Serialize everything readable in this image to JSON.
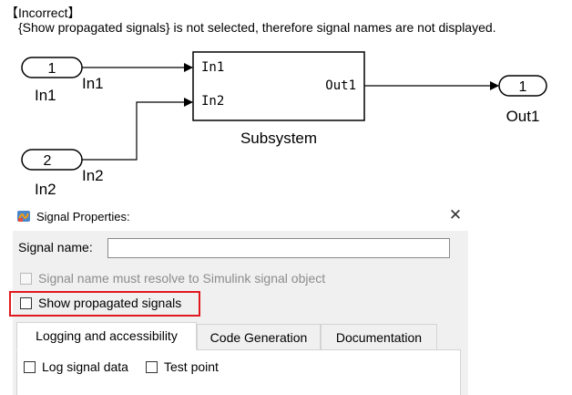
{
  "caption": {
    "title": "【Incorrect】",
    "description": "{Show propagated signals} is not selected, therefore signal names are not displayed."
  },
  "diagram": {
    "inport1": {
      "number": "1",
      "label": "In1"
    },
    "inport2": {
      "number": "2",
      "label": "In2"
    },
    "signal1_label": "In1",
    "signal2_label": "In2",
    "subsystem": {
      "input1": "In1",
      "input2": "In2",
      "output1": "Out1",
      "name": "Subsystem"
    },
    "outport1": {
      "number": "1",
      "label": "Out1"
    }
  },
  "dialog": {
    "title": "Signal Properties:",
    "icon": "simulink-icon",
    "close_glyph": "✕",
    "signal_name_label": "Signal name:",
    "signal_name_value": "",
    "must_resolve_label": "Signal name must resolve to Simulink signal object",
    "must_resolve_checked": false,
    "must_resolve_enabled": false,
    "show_propagated_label": "Show propagated signals",
    "show_propagated_checked": false,
    "tabs": [
      {
        "label": "Logging and accessibility",
        "active": true
      },
      {
        "label": "Code Generation",
        "active": false
      },
      {
        "label": "Documentation",
        "active": false
      }
    ],
    "log_signal_data_label": "Log signal data",
    "log_signal_data_checked": false,
    "test_point_label": "Test point",
    "test_point_checked": false
  },
  "colors": {
    "highlight_border": "#e0191f",
    "dialog_background": "#f0f0f0",
    "disabled_text": "#8c8c8c"
  }
}
